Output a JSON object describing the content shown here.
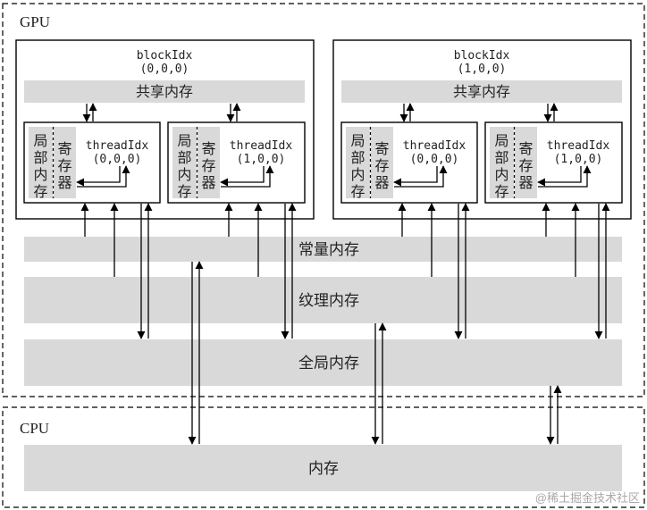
{
  "gpu_label": "GPU",
  "cpu_label": "CPU",
  "blocks": [
    {
      "title": "blockIdx",
      "index": "(0,0,0)",
      "shared_memory": "共享内存",
      "threads": [
        {
          "local_memory": "局部内存",
          "registers": "寄存器",
          "title": "threadIdx",
          "index": "(0,0,0)"
        },
        {
          "local_memory": "局部内存",
          "registers": "寄存器",
          "title": "threadIdx",
          "index": "(1,0,0)"
        }
      ]
    },
    {
      "title": "blockIdx",
      "index": "(1,0,0)",
      "shared_memory": "共享内存",
      "threads": [
        {
          "local_memory": "局部内存",
          "registers": "寄存器",
          "title": "threadIdx",
          "index": "(0,0,0)"
        },
        {
          "local_memory": "局部内存",
          "registers": "寄存器",
          "title": "threadIdx",
          "index": "(1,0,0)"
        }
      ]
    }
  ],
  "constant_memory": "常量内存",
  "texture_memory": "纹理内存",
  "global_memory": "全局内存",
  "host_memory": "内存",
  "watermark": "@稀土掘金技术社区",
  "colors": {
    "band": "#d9d9d9",
    "line": "#000000",
    "text": "#222222"
  }
}
